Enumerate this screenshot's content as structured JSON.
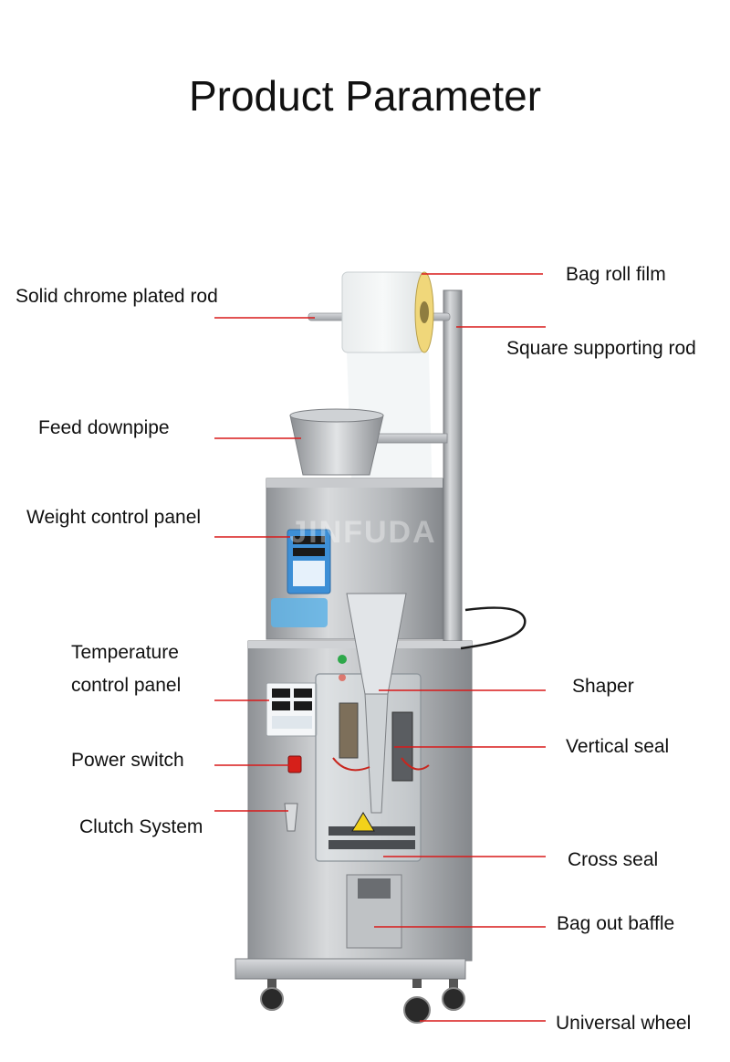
{
  "title": "Product Parameter",
  "watermark": "JINFUDA",
  "labels": {
    "solid_chrome_plated_rod": "Solid chrome plated rod",
    "bag_roll_film": "Bag roll film",
    "square_supporting_rod": "Square supporting rod",
    "feed_downpipe": "Feed downpipe",
    "weight_control_panel": "Weight control panel",
    "temperature_control_panel_line1": "Temperature",
    "temperature_control_panel_line2": "control panel",
    "shaper": "Shaper",
    "vertical_seal": "Vertical seal",
    "power_switch": "Power switch",
    "clutch_system": "Clutch System",
    "cross_seal": "Cross seal",
    "bag_out_baffle": "Bag out baffle",
    "universal_wheel": "Universal wheel"
  },
  "colors": {
    "leader_line": "#d91a1a",
    "steel": "#b9bcc0",
    "panel_blue": "#3d8fd6"
  }
}
